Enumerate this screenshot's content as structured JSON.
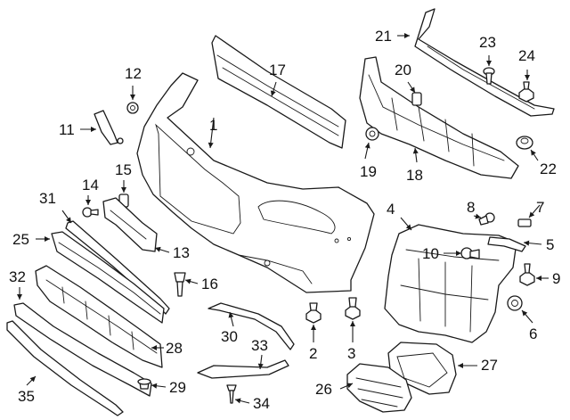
{
  "diagram": {
    "callouts": {
      "p1": "1",
      "p2": "2",
      "p3": "3",
      "p4": "4",
      "p5": "5",
      "p6": "6",
      "p7": "7",
      "p8": "8",
      "p9": "9",
      "p10": "10",
      "p11": "11",
      "p12": "12",
      "p13": "13",
      "p14": "14",
      "p15": "15",
      "p16": "16",
      "p17": "17",
      "p18": "18",
      "p19": "19",
      "p20": "20",
      "p21": "21",
      "p22": "22",
      "p23": "23",
      "p24": "24",
      "p25": "25",
      "p26": "26",
      "p27": "27",
      "p28": "28",
      "p29": "29",
      "p30": "30",
      "p31": "31",
      "p32": "32",
      "p33": "33",
      "p34": "34",
      "p35": "35"
    }
  }
}
